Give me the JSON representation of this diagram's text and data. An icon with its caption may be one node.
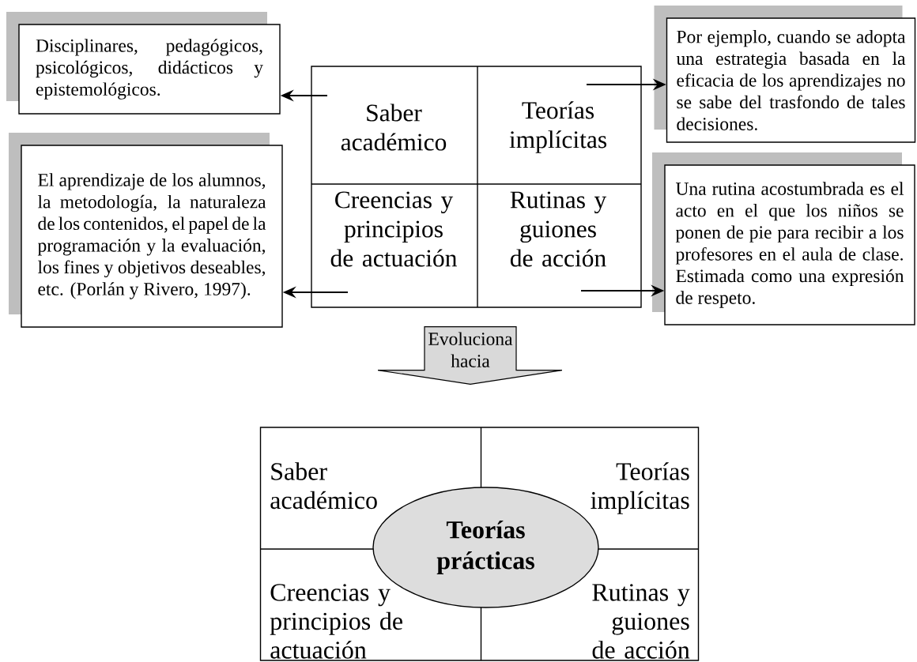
{
  "diagram": {
    "nodes": [
      {
        "text": [],
        "shape": "box"
      },
      {
        "text": [
          "Saber académico"
        ],
        "in": 0
      },
      {
        "text": [
          "Teorías implícitas"
        ],
        "in": 0
      },
      {
        "text": [
          "Creencias y principios de actuación"
        ],
        "in": 0
      },
      {
        "text": [
          "Rutinas y guiones de acción"
        ],
        "in": 0
      },
      {
        "text": [
          "Disciplinares, pedagógicos, psicológicos, didácticos y epistemológicos."
        ]
      },
      {
        "text": [
          "Por ejemplo, cuando se adopta una estrategia basada en la eficacia de los aprendizajes no se sabe del trasfondo de tales decisiones."
        ]
      },
      {
        "text": [
          "El aprendizaje de los alumnos, la metodología, la naturaleza de los contenidos, el papel de la programación y la evaluación, los fines y objetivos deseables, etc. (Porlán y Rivero, 1997)."
        ]
      },
      {
        "text": [
          "Una rutina acostumbrada es el acto en el que los niños se ponen de pie para recibir a los profesores en el aula de clase. Estimada como una expresión de respeto."
        ]
      },
      {
        "text": [],
        "shape": "box"
      },
      {
        "text": [
          "Saber académico"
        ],
        "in": 9
      },
      {
        "text": [
          "Teorías implícitas"
        ],
        "in": 9
      },
      {
        "text": [
          "Creencias y principios de actuación"
        ],
        "in": 9
      },
      {
        "text": [
          "Rutinas y guiones de acción"
        ],
        "in": 9
      },
      {
        "text": [
          "Teorías prácticas"
        ],
        "in": 9
      }
    ],
    "edges": [
      {
        "from": 1,
        "to": 5,
        "arrow": "to"
      },
      {
        "from": 2,
        "to": 6,
        "arrow": "to"
      },
      {
        "from": 3,
        "to": 7,
        "arrow": "to"
      },
      {
        "from": 4,
        "to": 8,
        "arrow": "to"
      },
      {
        "from": 0,
        "to": 9,
        "arrow": "to",
        "label": "Evoluciona hacia"
      }
    ]
  }
}
